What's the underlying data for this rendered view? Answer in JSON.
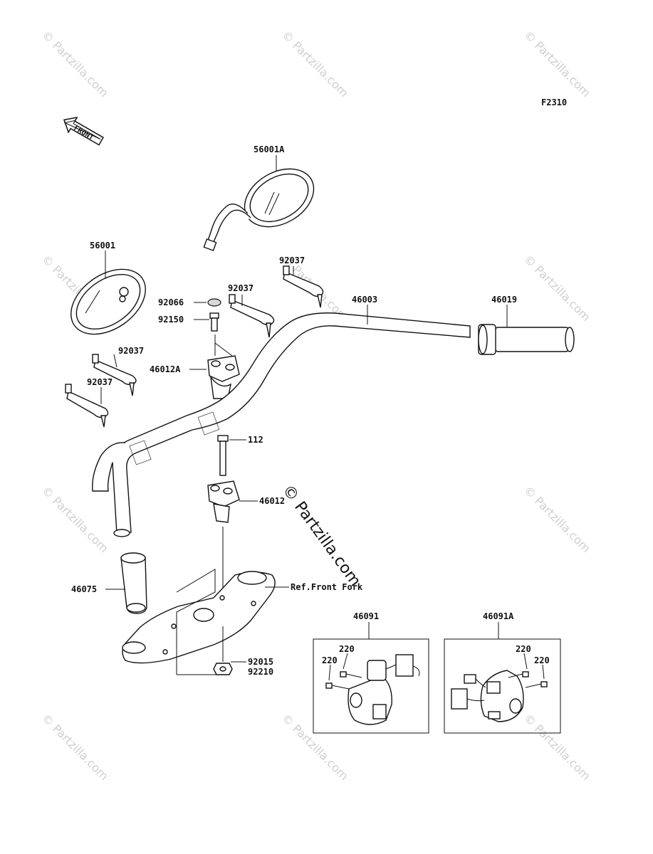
{
  "figure_code": "F2310",
  "front_arrow_text": "FRONT",
  "watermark_text": "© Partzilla.com",
  "center_watermark_text": "© Partzilla.com",
  "parts": {
    "p56001A": "56001A",
    "p56001": "56001",
    "p92037_a": "92037",
    "p92037_b": "92037",
    "p92037_c": "92037",
    "p92037_d": "92037",
    "p92066": "92066",
    "p92150": "92150",
    "p46012A": "46012A",
    "p46003": "46003",
    "p46019": "46019",
    "p112": "112",
    "p46012": "46012",
    "p46075": "46075",
    "ref_front_fork": "Ref.Front Fork",
    "p92015": "92015",
    "p92210": "92210",
    "p46091": "46091",
    "p46091A": "46091A",
    "p220_a": "220",
    "p220_b": "220",
    "p220_c": "220",
    "p220_d": "220"
  }
}
